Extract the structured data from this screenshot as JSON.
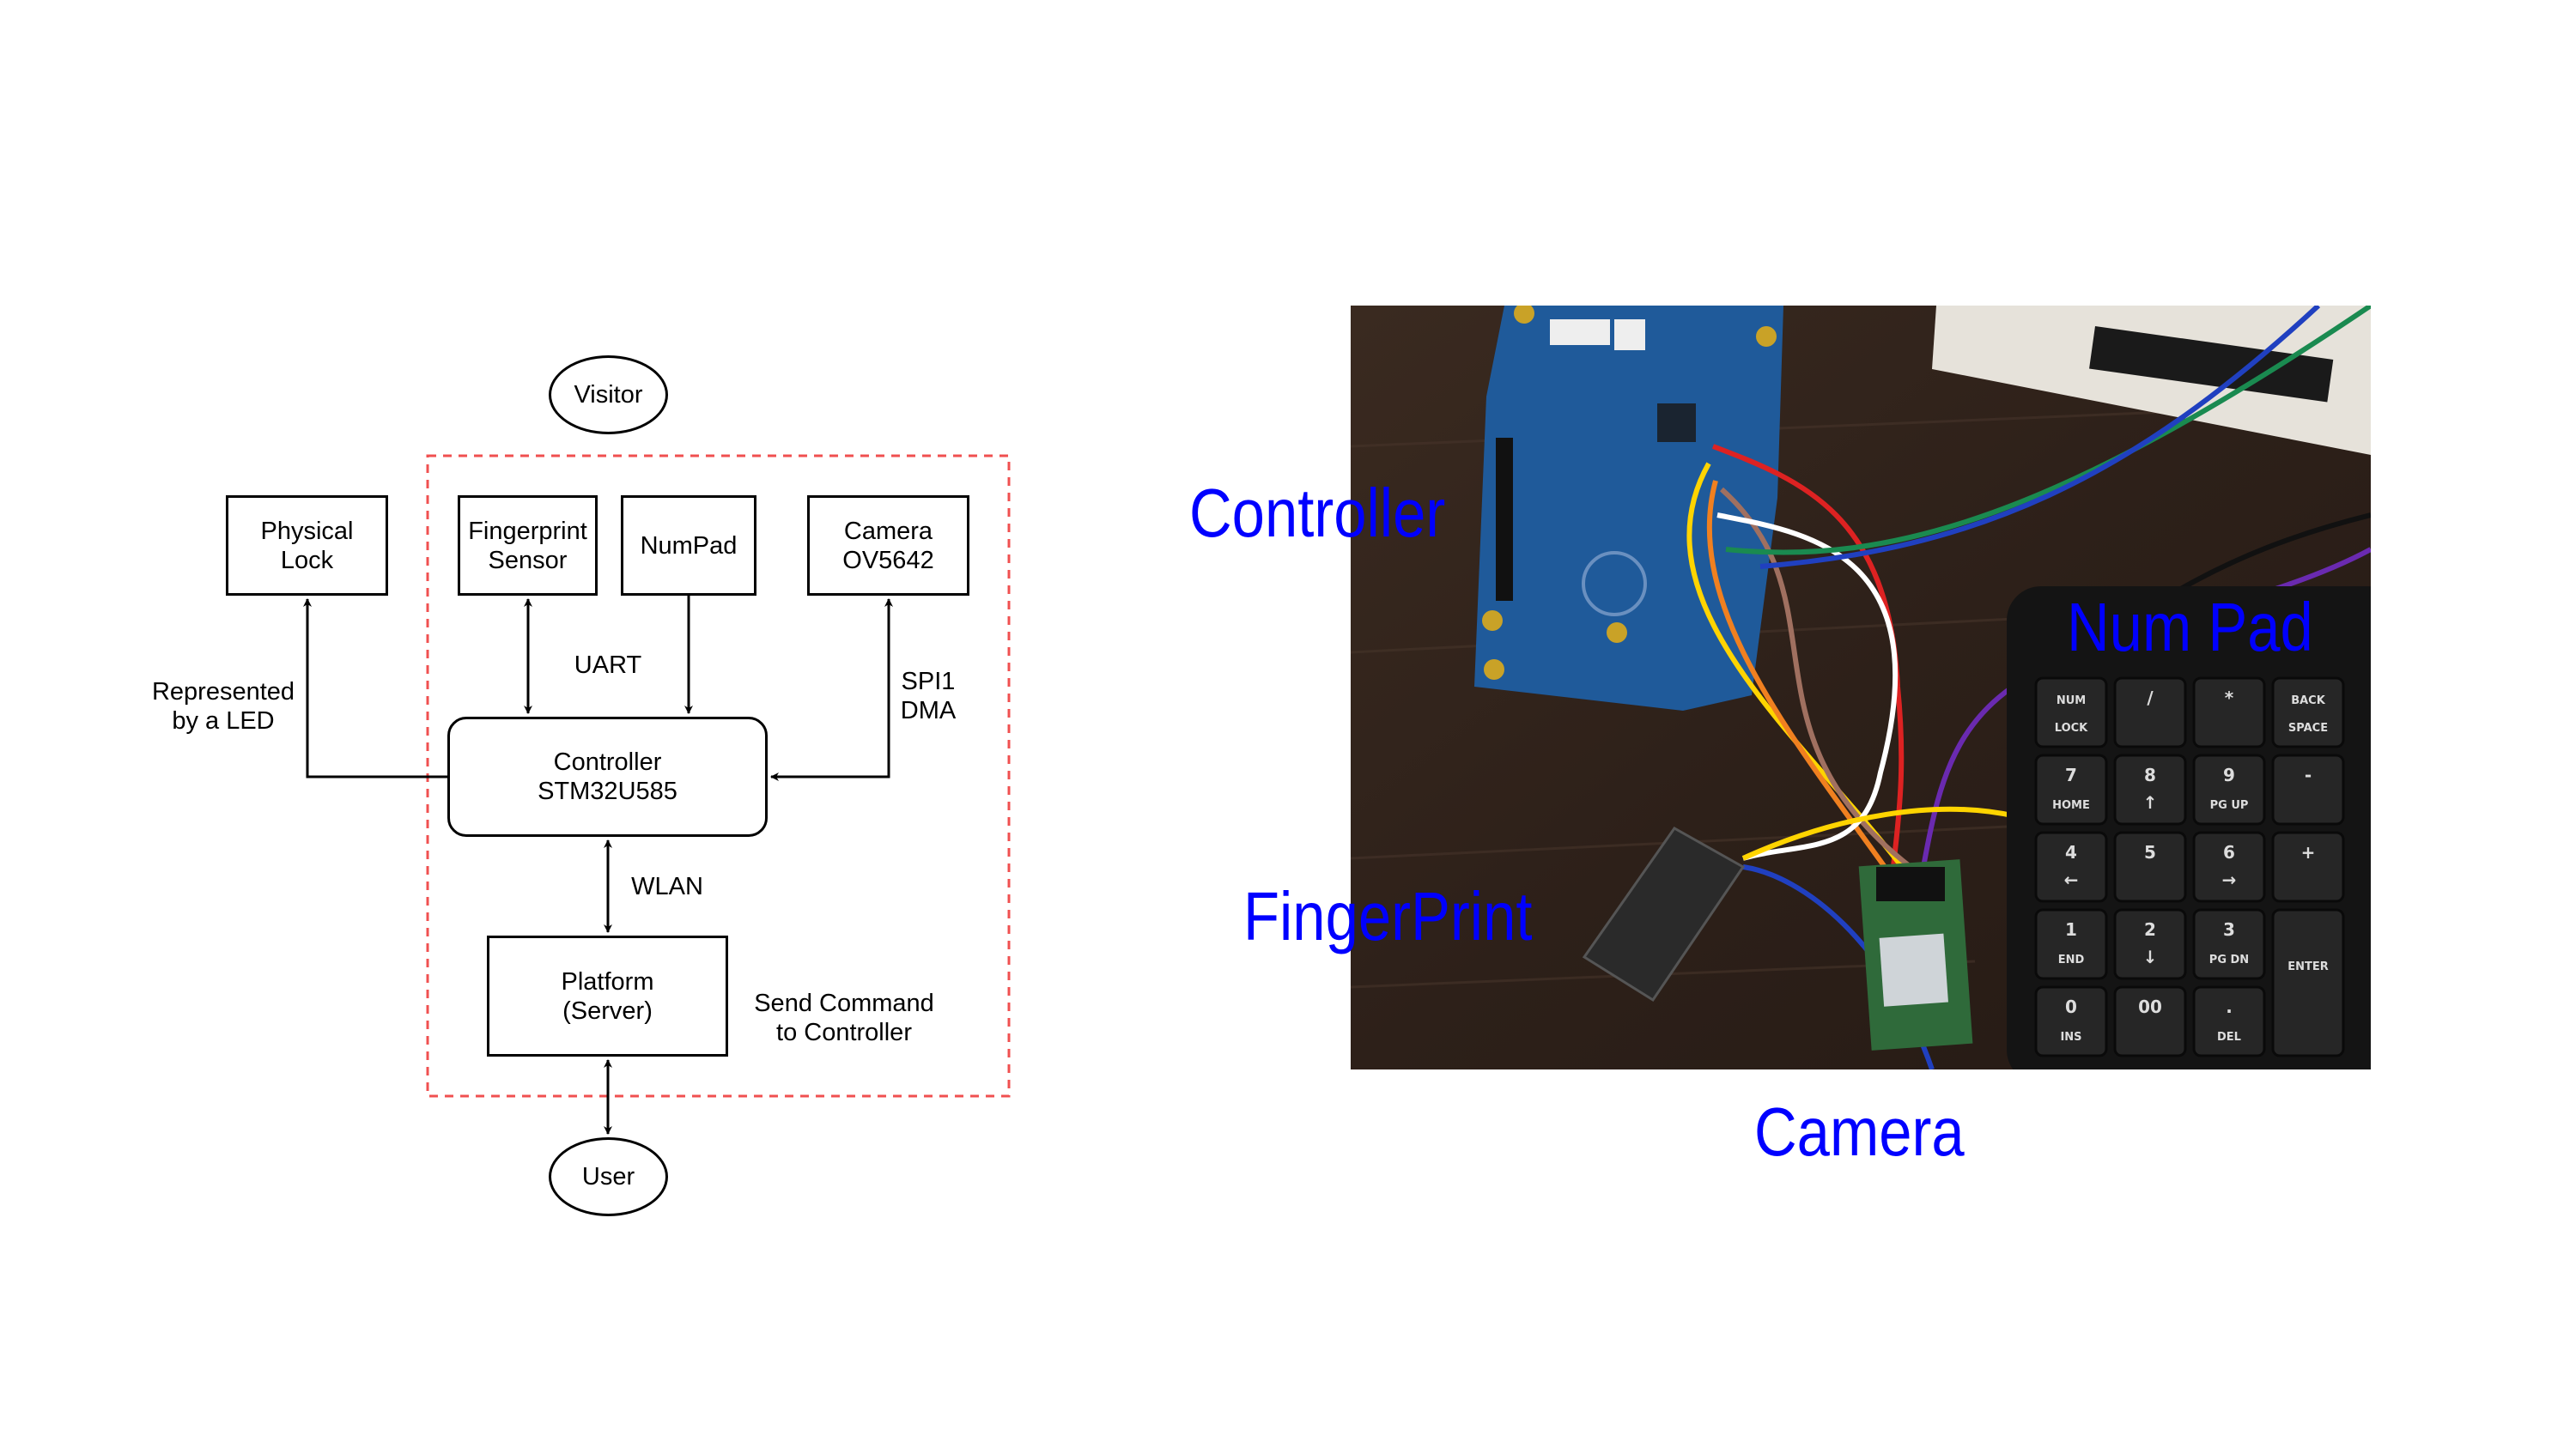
{
  "diagram": {
    "nodes": {
      "visitor": "Visitor",
      "physical_lock": [
        "Physical",
        "Lock"
      ],
      "fingerprint_sensor": [
        "Fingerprint",
        "Sensor"
      ],
      "numpad": "NumPad",
      "camera": [
        "Camera",
        "OV5642"
      ],
      "controller": [
        "Controller",
        "STM32U585"
      ],
      "platform": [
        "Platform",
        "(Server)"
      ],
      "user": "User"
    },
    "edge_labels": {
      "led": [
        "Represented",
        "by a LED"
      ],
      "uart": "UART",
      "spi": [
        "SPI1",
        "DMA"
      ],
      "wlan": "WLAN",
      "command": [
        "Send Command",
        "to Controller"
      ]
    },
    "boundary_color": "#f05050"
  },
  "photo": {
    "labels": {
      "controller": "Controller",
      "numpad": "Num Pad",
      "fingerprint": "FingerPrint",
      "camera": "Camera"
    },
    "label_color": "#0000ff",
    "keypad_keys": [
      [
        "NUM",
        "LOCK"
      ],
      [
        "/",
        ""
      ],
      [
        "*",
        ""
      ],
      [
        "BACK",
        "SPACE"
      ],
      [
        "7",
        "HOME"
      ],
      [
        "8",
        "↑"
      ],
      [
        "9",
        "PG UP"
      ],
      [
        "-",
        ""
      ],
      [
        "4",
        "←"
      ],
      [
        "5",
        ""
      ],
      [
        "6",
        "→"
      ],
      [
        "+",
        ""
      ],
      [
        "1",
        "END"
      ],
      [
        "2",
        "↓"
      ],
      [
        "3",
        "PG DN"
      ],
      [
        "ENTER",
        ""
      ],
      [
        "0",
        "INS"
      ],
      [
        "00",
        ""
      ],
      [
        ".",
        "DEL"
      ]
    ]
  }
}
